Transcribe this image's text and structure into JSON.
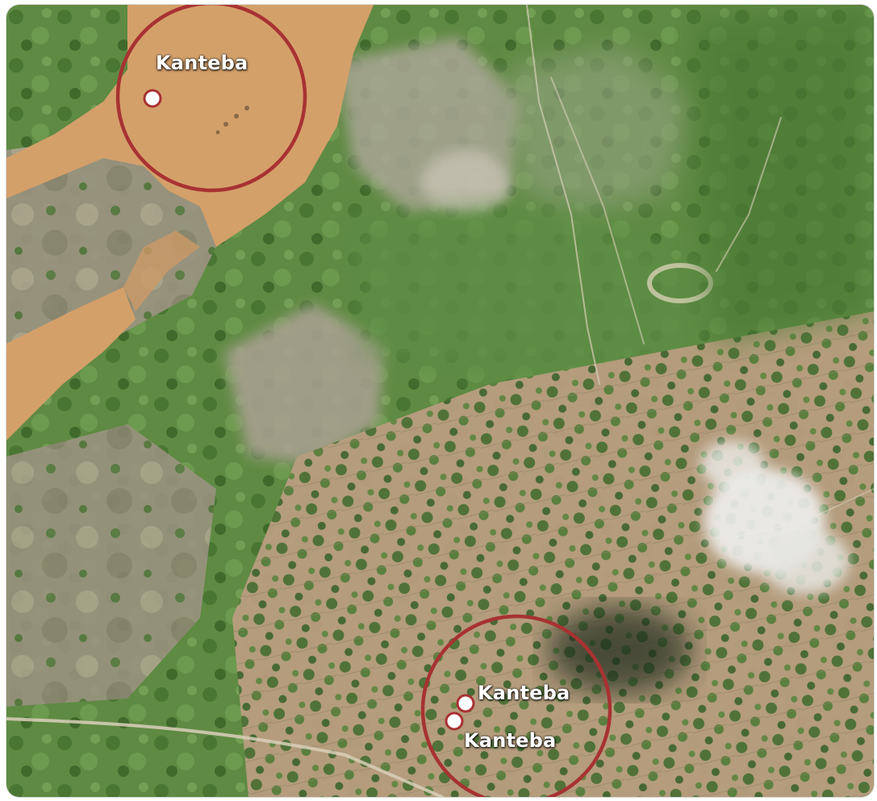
{
  "map": {
    "colors": {
      "river": "#d4a06a",
      "vegetation": "#4f7a3a",
      "bare_ground": "#a99a82",
      "field": "#b39a7c",
      "marker_fill": "#ffffff",
      "marker_stroke": "#a83232",
      "highlight_circle": "#a83232",
      "cloud": "#f0f0ee"
    },
    "places": [
      {
        "name": "Kanteba"
      },
      {
        "name": "Kanteba"
      },
      {
        "name": "Kanteba"
      }
    ]
  }
}
